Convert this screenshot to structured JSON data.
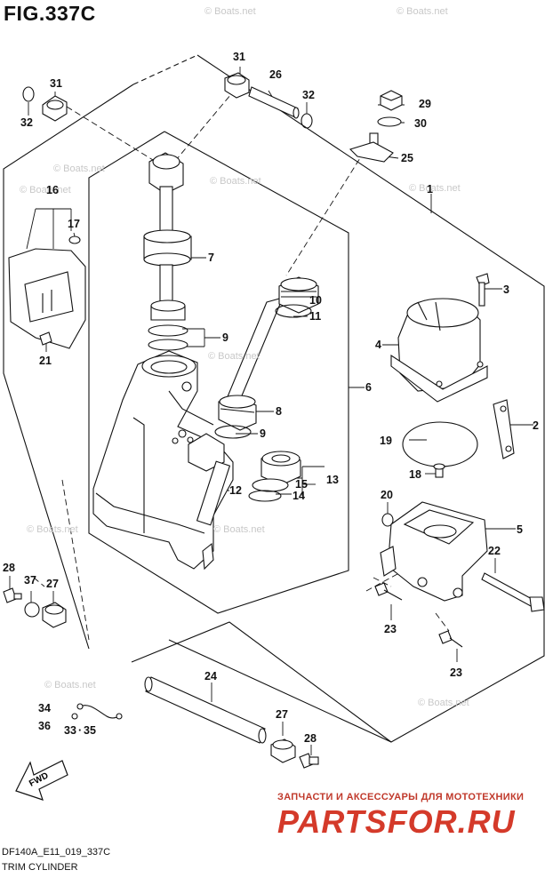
{
  "figure": {
    "title": "FIG.337C"
  },
  "watermark": "© Boats.net",
  "labels": {
    "p1": "1",
    "p2": "2",
    "p3": "3",
    "p4": "4",
    "p5": "5",
    "p6": "6",
    "p7": "7",
    "p8": "8",
    "p9a": "9",
    "p9b": "9",
    "p10": "10",
    "p11": "11",
    "p12": "12",
    "p13": "13",
    "p14": "14",
    "p15": "15",
    "p16": "16",
    "p17": "17",
    "p18": "18",
    "p19": "19",
    "p20": "20",
    "p21": "21",
    "p22": "22",
    "p23a": "23",
    "p23b": "23",
    "p24": "24",
    "p25": "25",
    "p26": "26",
    "p27a": "27",
    "p27b": "27",
    "p28a": "28",
    "p28b": "28",
    "p29": "29",
    "p30": "30",
    "p31a": "31",
    "p31b": "31",
    "p32a": "32",
    "p32b": "32",
    "p33": "33",
    "p34": "34",
    "p35": "35",
    "p36": "36",
    "dot": "·"
  },
  "fwd": "FWD",
  "footer": {
    "code": "DF140A_E11_019_337C",
    "caption": "TRIM CYLINDER"
  },
  "branding": {
    "tagline": "ЗАПЧАСТИ И АКСЕССУАРЫ ДЛЯ МОТОТЕХНИКИ",
    "logo": "PARTSFOR.RU",
    "color": "#d43a2a"
  }
}
